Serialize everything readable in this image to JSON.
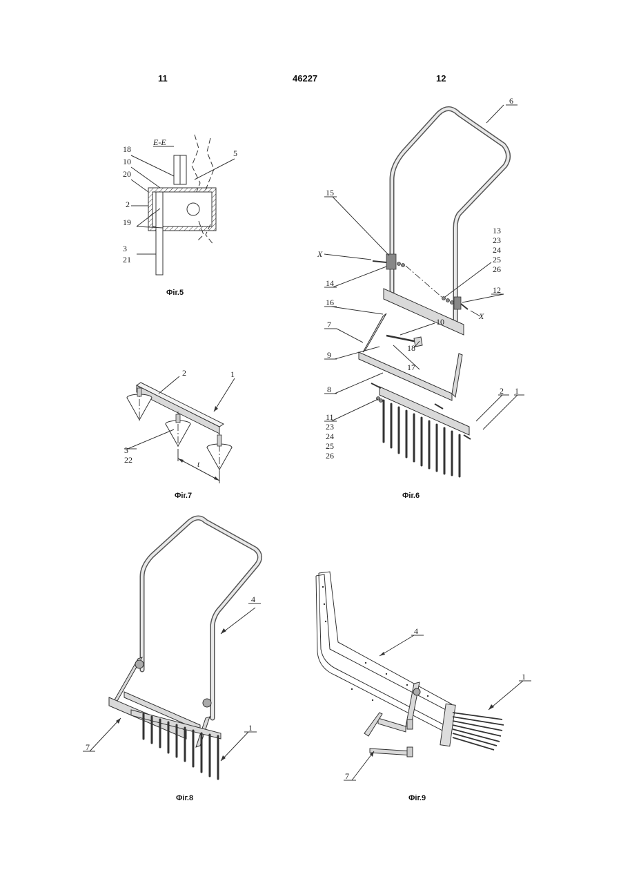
{
  "header": {
    "left_page": "11",
    "patent_number": "46227",
    "right_page": "12"
  },
  "figures": {
    "fig5": {
      "caption": "Фіг.5",
      "section_label": "E-E",
      "labels": [
        "18",
        "10",
        "20",
        "2",
        "19",
        "3",
        "21",
        "5"
      ]
    },
    "fig6": {
      "caption": "Фіг.6",
      "labels": [
        "6",
        "15",
        "X",
        "14",
        "13",
        "23",
        "24",
        "25",
        "26",
        "12",
        "X",
        "16",
        "7",
        "10",
        "18",
        "9",
        "17",
        "8",
        "11",
        "23",
        "24",
        "25",
        "26",
        "2",
        "1"
      ]
    },
    "fig7": {
      "caption": "Фіг.7",
      "labels": [
        "2",
        "1",
        "3",
        "22",
        "t"
      ]
    },
    "fig8": {
      "caption": "Фіг.8",
      "labels": [
        "4",
        "7",
        "1"
      ]
    },
    "fig9": {
      "caption": "Фіг.9",
      "labels": [
        "4",
        "1",
        "7"
      ]
    }
  }
}
